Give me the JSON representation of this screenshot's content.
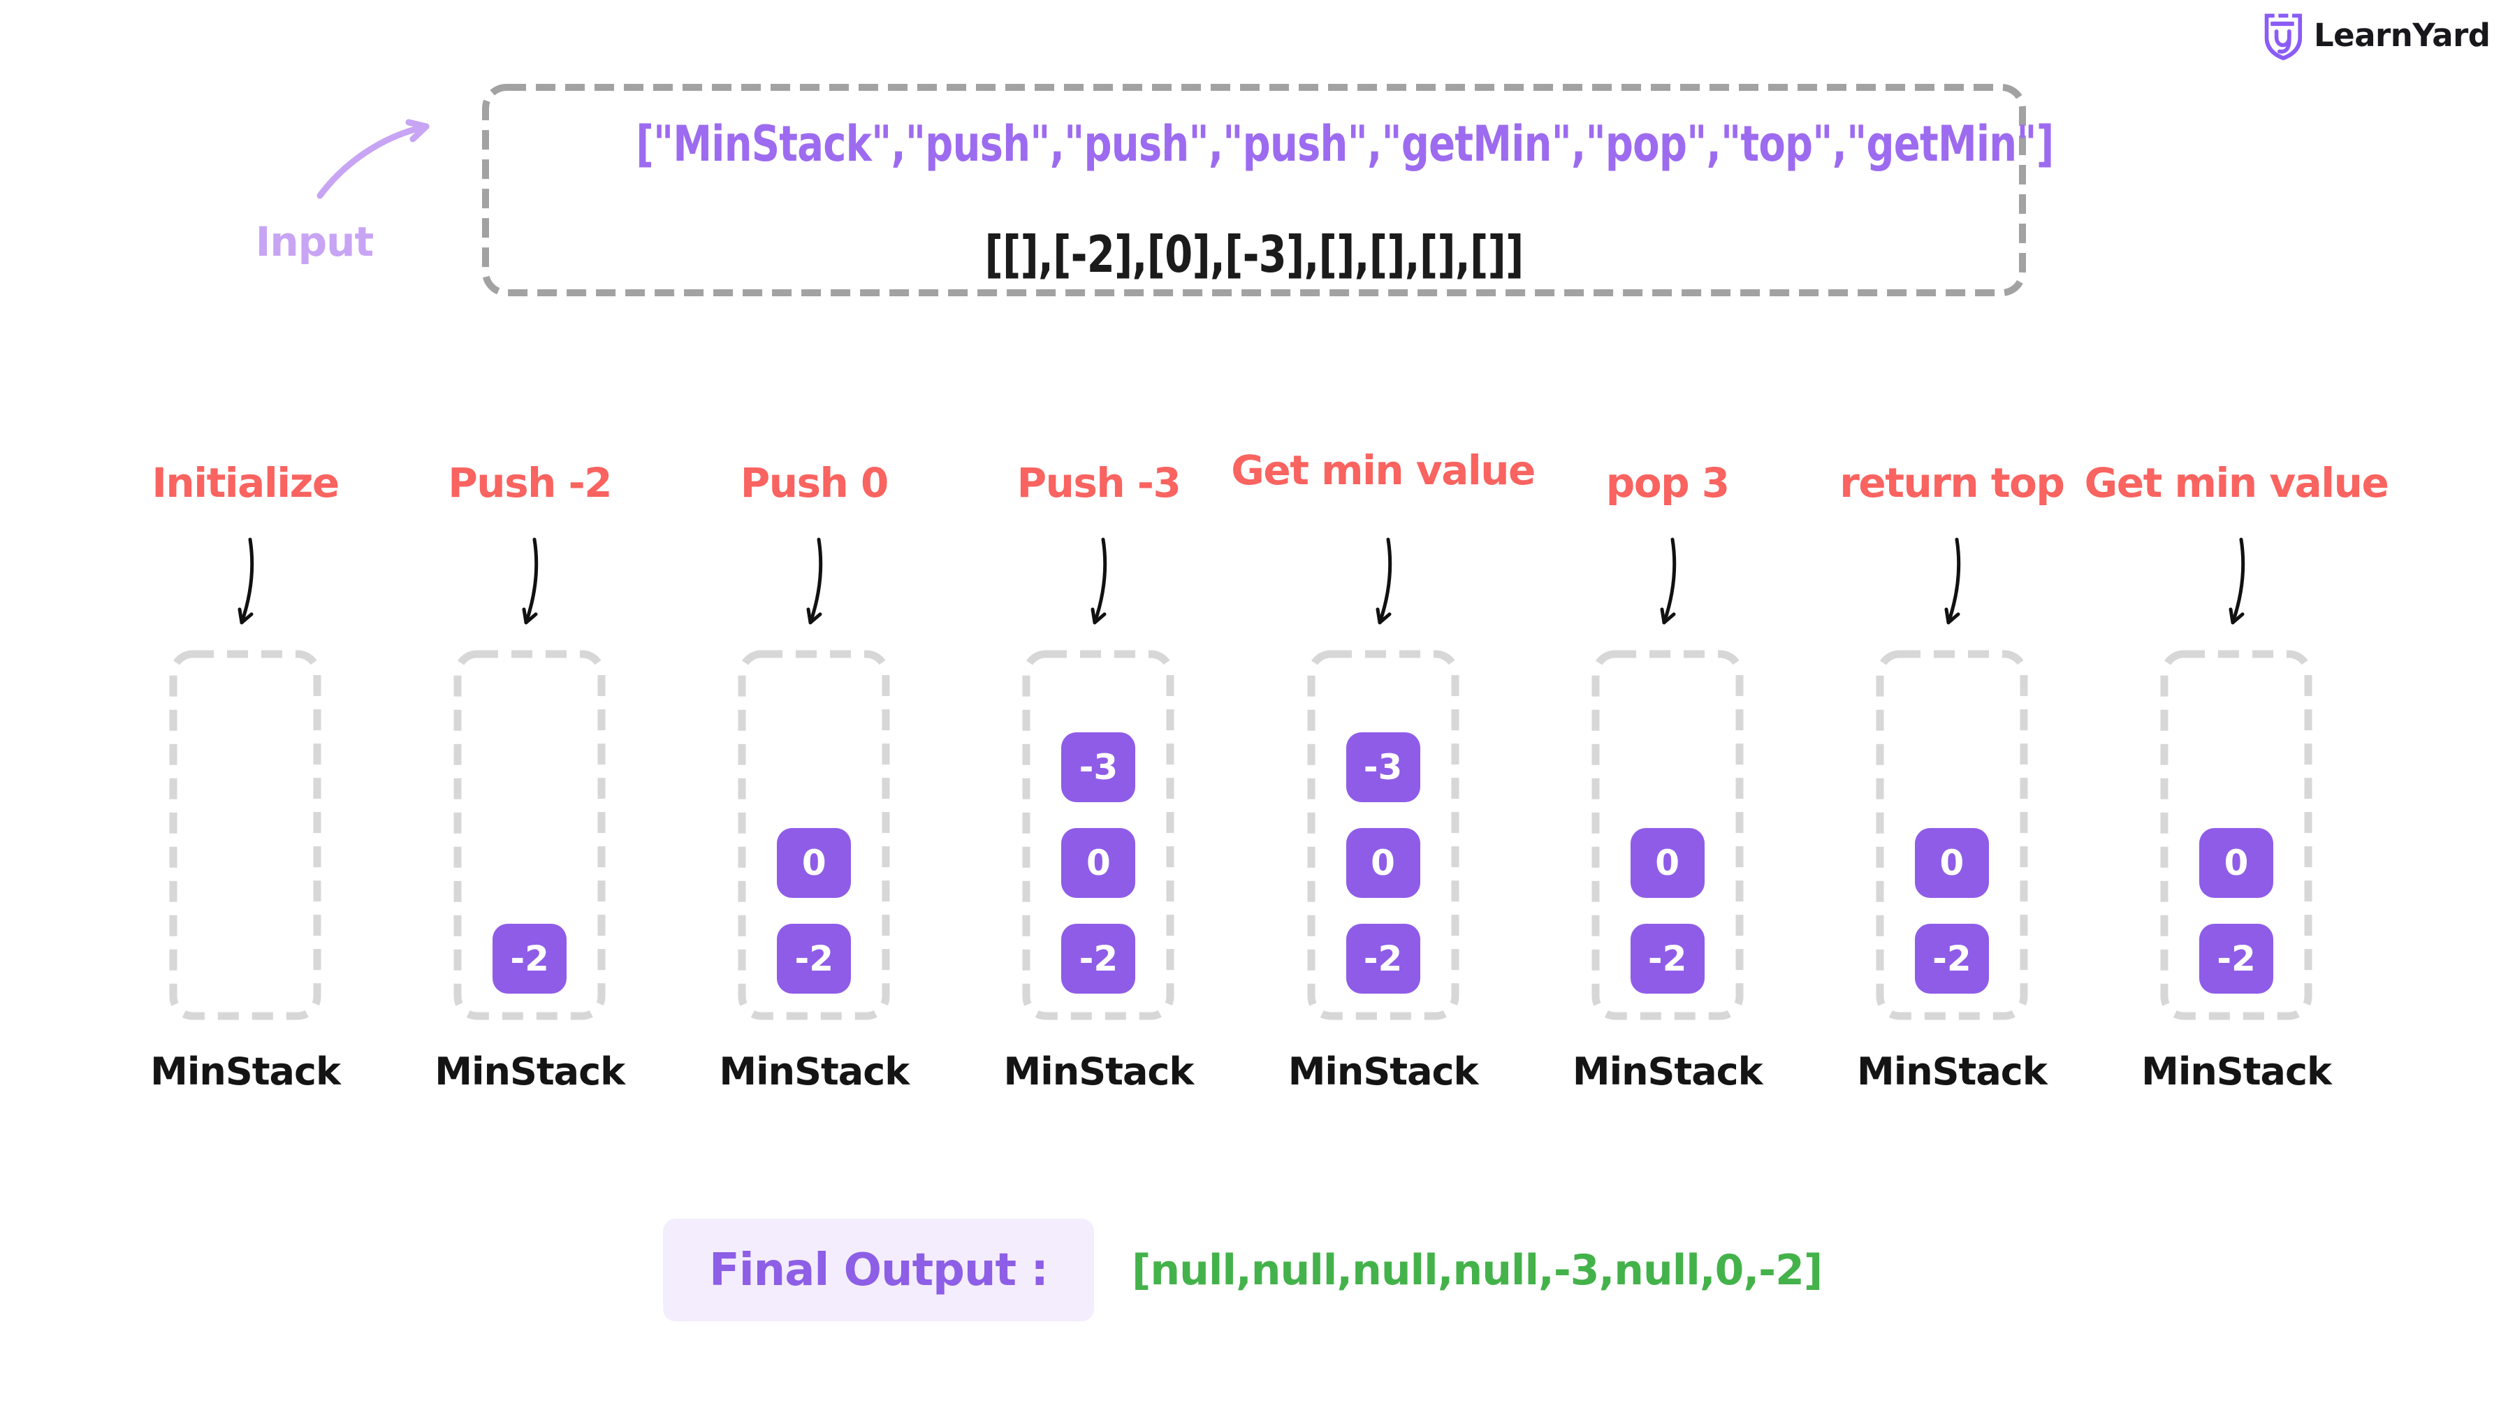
{
  "logo": {
    "text": "LearnYard"
  },
  "input": {
    "label": "Input",
    "line1": "[\"MinStack\",\"push\",\"push\",\"push\",\"getMin\",\"pop\",\"top\",\"getMin\"]",
    "line2": "[[],[-2],[0],[-3],[],[],[],[]]"
  },
  "columns": [
    {
      "label": "Initialize",
      "stack_name": "MinStack",
      "items": []
    },
    {
      "label": "Push -2",
      "stack_name": "MinStack",
      "items": [
        "-2"
      ]
    },
    {
      "label": "Push 0",
      "stack_name": "MinStack",
      "items": [
        "-2",
        "0"
      ]
    },
    {
      "label": "Push -3",
      "stack_name": "MinStack",
      "items": [
        "-2",
        "0",
        "-3"
      ]
    },
    {
      "label": "Get min value",
      "stack_name": "MinStack",
      "items": [
        "-2",
        "0",
        "-3"
      ]
    },
    {
      "label": "pop 3",
      "stack_name": "MinStack",
      "items": [
        "-2",
        "0"
      ]
    },
    {
      "label": "return top",
      "stack_name": "MinStack",
      "items": [
        "-2",
        "0"
      ]
    },
    {
      "label": "Get min value",
      "stack_name": "MinStack",
      "items": [
        "-2",
        "0"
      ]
    }
  ],
  "final_output": {
    "label": "Final Output :",
    "value": "[null,null,null,null,-3,null,0,-2]"
  },
  "colors": {
    "accent_purple": "#8f5ce8",
    "input_text_purple": "#9d6bef",
    "light_purple": "#c8a4f4",
    "label_red": "#f96360",
    "output_green": "#44b24a",
    "final_label_purple": "#8d5ee6",
    "final_label_bg": "#f4edfd",
    "stack_dash_gray": "#d7d7d7",
    "input_dash_gray": "#a2a2a2"
  }
}
